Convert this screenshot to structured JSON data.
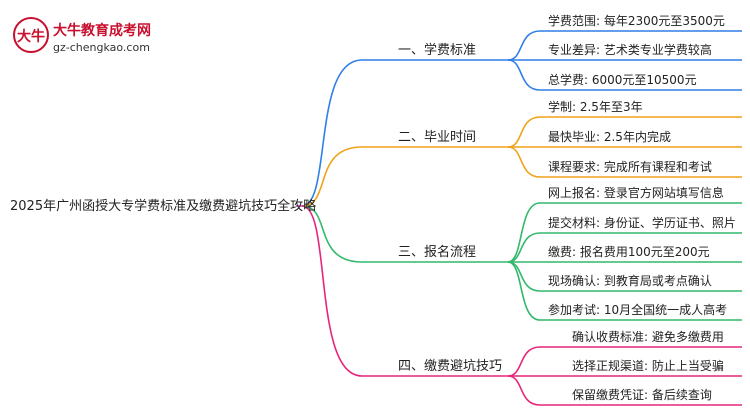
{
  "logo": {
    "brand": "大牛教育成考网",
    "domain": "gz-chengkao.com",
    "emblem": "大牛"
  },
  "root": {
    "label": "2025年广州函授大专学费标准及缴费避坑技巧全攻略"
  },
  "branches": [
    {
      "label": "一、学费标准",
      "color": "#2f7fe6",
      "leaves": [
        "学费范围: 每年2300元至3500元",
        "专业差异: 艺术类专业学费较高",
        "总学费: 6000元至10500元"
      ]
    },
    {
      "label": "二、毕业时间",
      "color": "#f0a21a",
      "leaves": [
        "学制: 2.5年至3年",
        "最快毕业: 2.5年内完成",
        "课程要求: 完成所有课程和考试"
      ]
    },
    {
      "label": "三、报名流程",
      "color": "#32b96c",
      "leaves": [
        "网上报名: 登录官方网站填写信息",
        "提交材料: 身份证、学历证书、照片",
        "缴费: 报名费用100元至200元",
        "现场确认: 到教育局或考点确认",
        "参加考试: 10月全国统一成人高考"
      ]
    },
    {
      "label": "四、缴费避坑技巧",
      "color": "#e8257c",
      "leaves": [
        "确认收费标准: 避免多缴费用",
        "选择正规渠道: 防止上当受骗",
        "保留缴费凭证: 备后续查询"
      ]
    },
    {
      "label": "",
      "color": "#b04fc8",
      "leaves": []
    }
  ],
  "root_connector_color": "#b04fc8"
}
